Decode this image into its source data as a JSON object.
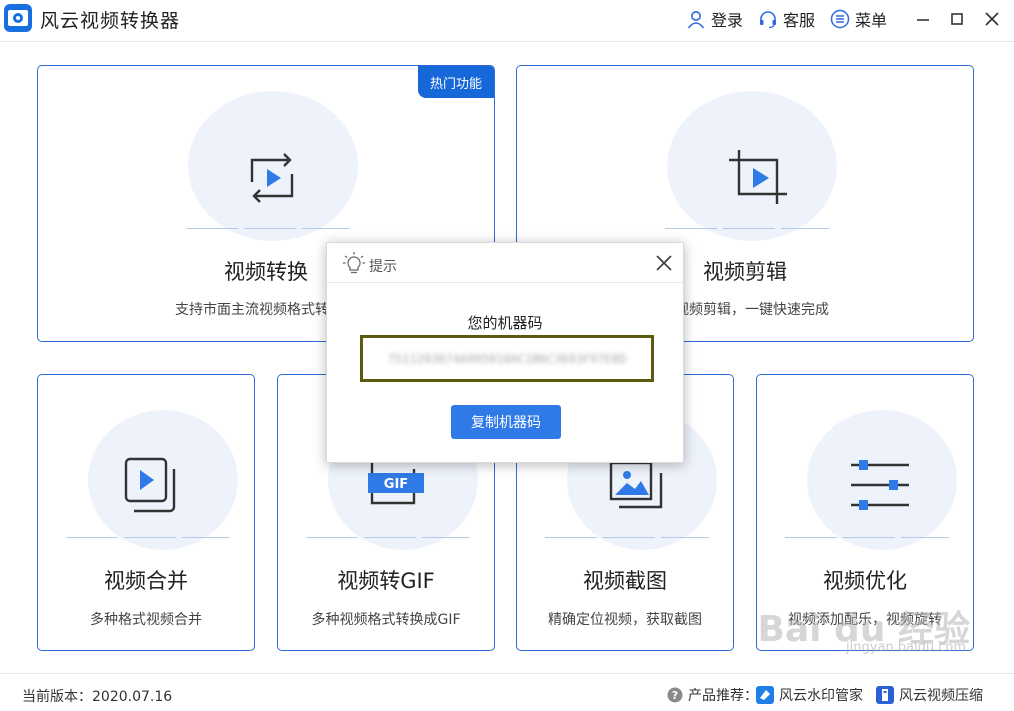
{
  "app": {
    "title": "风云视频转换器"
  },
  "header": {
    "login_label": "登录",
    "service_label": "客服",
    "menu_label": "菜单"
  },
  "cards": {
    "convert": {
      "badge": "热门功能",
      "title": "视频转换",
      "desc": "支持市面主流视频格式转换，"
    },
    "edit": {
      "title": "视频剪辑",
      "desc": "，视频剪辑，一键快速完成"
    },
    "merge": {
      "title": "视频合并",
      "desc": "多种格式视频合并"
    },
    "gif": {
      "title": "视频转GIF",
      "desc": "多种视频格式转换成GIF",
      "icon_text": "GIF"
    },
    "screenshot": {
      "title": "视频截图",
      "desc": "精确定位视频，获取截图"
    },
    "optimize": {
      "title": "视频优化",
      "desc": "视频添加配乐，视频旋转"
    }
  },
  "dialog": {
    "title": "提示",
    "label": "您的机器码",
    "machine_code": "7511203674A995810AC1B6C3693F97E8D",
    "copy_label": "复制机器码"
  },
  "footer": {
    "version": "当前版本：2020.07.16",
    "recommend_label": "产品推荐：",
    "product1": "风云水印管家",
    "product2": "风云视频压缩"
  },
  "watermark": {
    "text": "Bai du 经验",
    "sub": "jingyan.baidu.com"
  },
  "colors": {
    "accent": "#2f6bd8",
    "badge": "#1668d9",
    "button": "#2f7ae6",
    "code_border": "#5c5a0e"
  }
}
